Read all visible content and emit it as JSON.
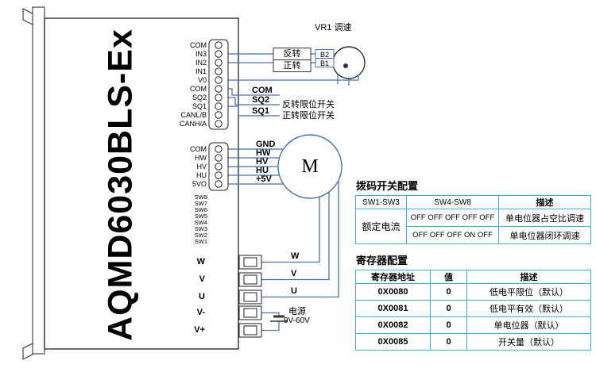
{
  "device": {
    "model": "AQMD6030BLS-Ex",
    "io_terminals": [
      "COM",
      "IN3",
      "IN2",
      "IN1",
      "V0",
      "COM",
      "SQ2",
      "SQ1",
      "CANL/B",
      "CANH/A"
    ],
    "hall_terminals": [
      "COM",
      "HW",
      "HV",
      "HU",
      "5VO"
    ],
    "dip_switches": [
      "SW8",
      "SW7",
      "SW6",
      "SW5",
      "SW4",
      "SW3",
      "SW2",
      "SW1"
    ],
    "power_terminals": [
      "W",
      "V",
      "U",
      "V-",
      "V+"
    ]
  },
  "wiring": {
    "vr1_label": "VR1 调速",
    "reverse": "反转",
    "forward": "正转",
    "b2": "B2",
    "b1": "B1",
    "com": "COM",
    "sq2": "SQ2",
    "sq1": "SQ1",
    "reverse_limit": "反转限位开关",
    "forward_limit": "正转限位开关",
    "gnd": "GND",
    "hw": "HW",
    "hv": "HV",
    "hu": "HU",
    "plus5v": "+5V",
    "motor": "M",
    "w": "W",
    "v": "V",
    "u": "U",
    "power": "电源",
    "power_range": "9V-60V"
  },
  "dip_table": {
    "title": "拨码开关配置",
    "col1": "SW1-SW3",
    "col2": "SW4-SW8",
    "col3": "描述",
    "row_group": "额定电流",
    "rows": [
      {
        "switches": "OFF OFF OFF OFF OFF",
        "desc": "单电位器占空比调速"
      },
      {
        "switches": "OFF OFF OFF ON OFF",
        "desc": "单电位器闭环调速"
      }
    ]
  },
  "register_table": {
    "title": "寄存器配置",
    "col1": "寄存器地址",
    "col2": "值",
    "col3": "描述",
    "rows": [
      {
        "addr": "0X0080",
        "value": "0",
        "desc": "低电平限位（默认）"
      },
      {
        "addr": "0X0081",
        "value": "0",
        "desc": "低电平有效（默认）"
      },
      {
        "addr": "0X0082",
        "value": "0",
        "desc": "单电位器（默认）"
      },
      {
        "addr": "0X0085",
        "value": "0",
        "desc": "开关量（默认）"
      }
    ]
  },
  "colors": {
    "wire": "#4a72b2",
    "table_border": "#3fb1cc",
    "outline": "#222222"
  }
}
